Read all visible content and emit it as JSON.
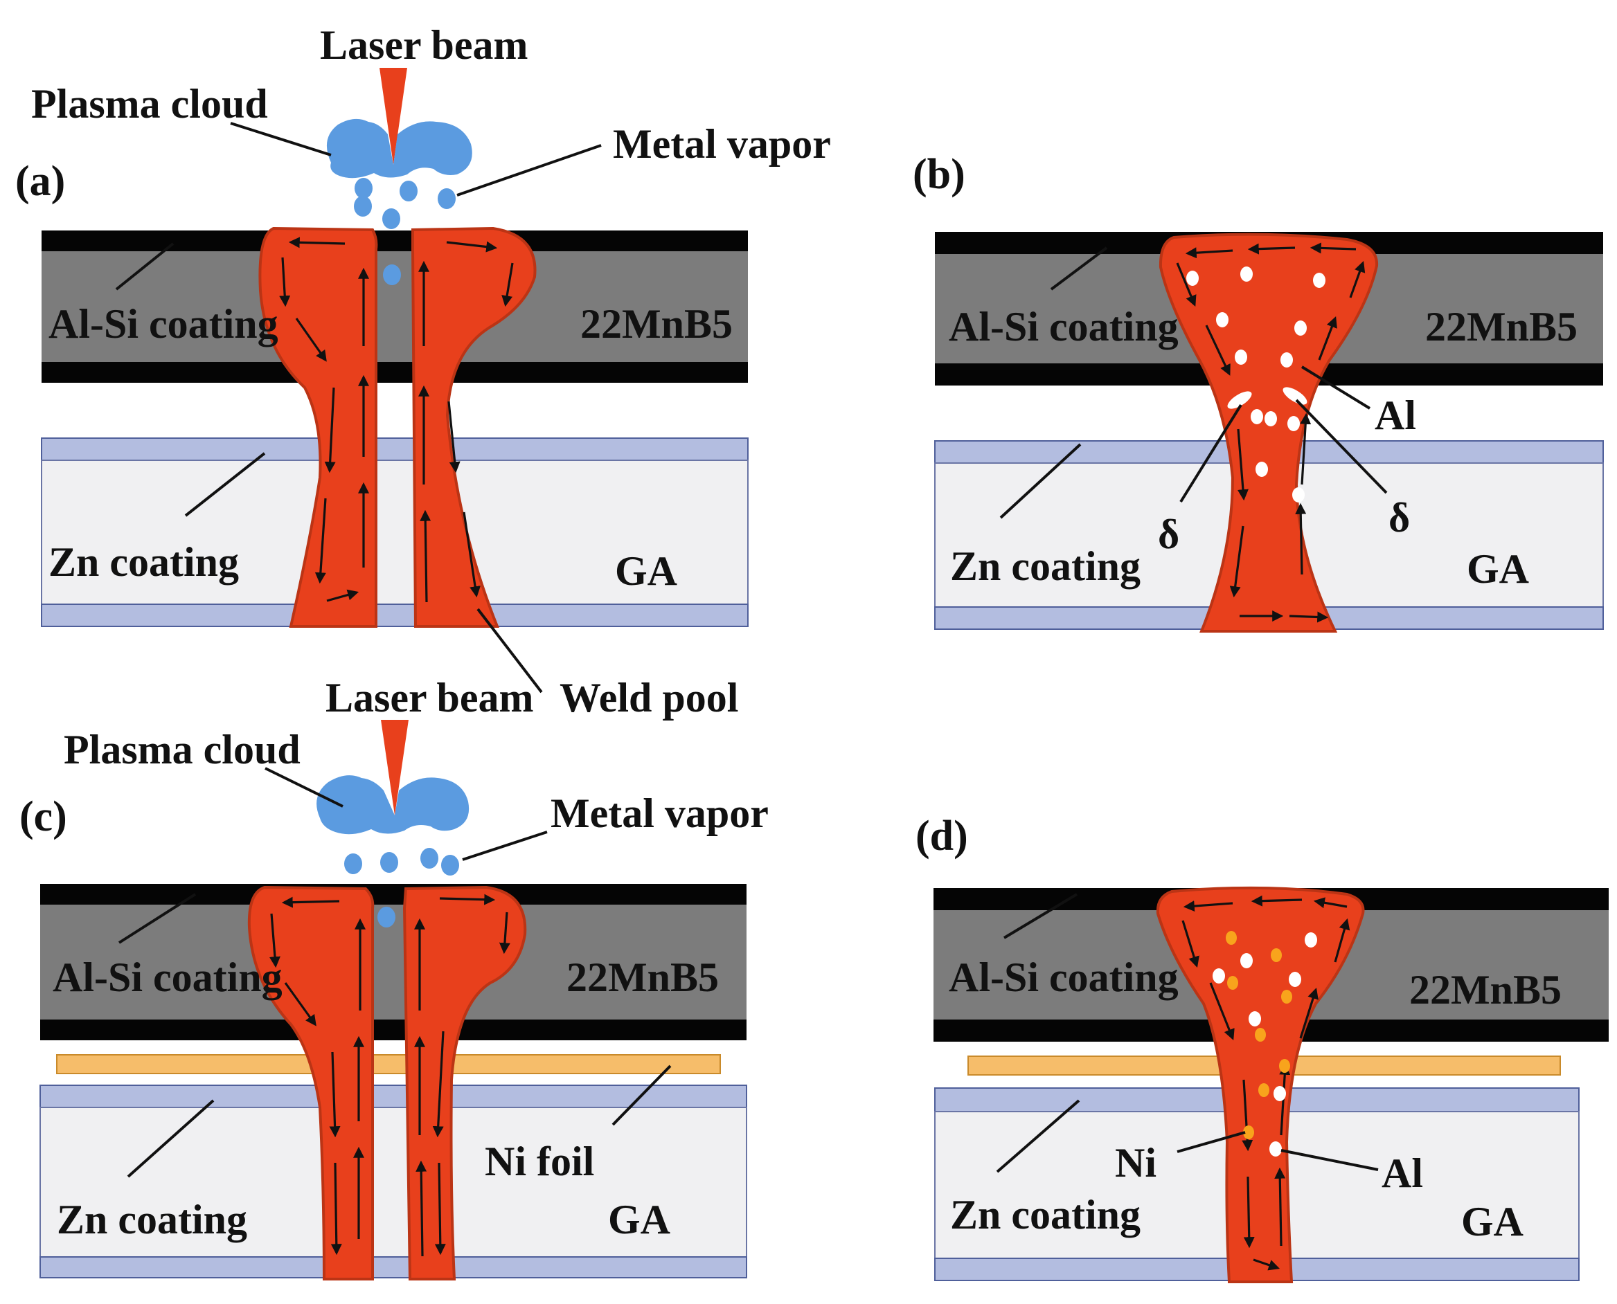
{
  "colors": {
    "steel_dark": "#7c7c7c",
    "coating_black": "#050505",
    "ga_fill": "#f0f0f2",
    "zn_coating": "#b3bde0",
    "zn_line": "#4f5f9a",
    "weld_pool": "#e8401c",
    "weld_edge": "#bb3415",
    "plasma": "#5b9be0",
    "ni_foil": "#f6bd6a",
    "al_particle": "#ffffff",
    "ni_particle": "#f8a41c"
  },
  "icons": {
    "flow": "flow-arrow-icon",
    "laser": "laser-beam-icon",
    "plasma": "plasma-cloud-icon",
    "vapor": "metal-vapor-droplet-icon"
  },
  "panels": {
    "a": {
      "label": "(a)",
      "laser_beam": "Laser beam",
      "plasma_cloud": "Plasma cloud",
      "metal_vapor": "Metal vapor",
      "al_si_coating": "Al-Si coating",
      "steel": "22MnB5",
      "zn_coating": "Zn coating",
      "ga": "GA",
      "weld_pool": "Weld pool"
    },
    "b": {
      "label": "(b)",
      "al_si_coating": "Al-Si coating",
      "steel": "22MnB5",
      "al": "Al",
      "delta_left": "δ",
      "delta_right": "δ",
      "zn_coating": "Zn coating",
      "ga": "GA"
    },
    "c": {
      "label": "(c)",
      "laser_beam": "Laser beam",
      "plasma_cloud": "Plasma cloud",
      "metal_vapor": "Metal vapor",
      "al_si_coating": "Al-Si coating",
      "steel": "22MnB5",
      "ni_foil": "Ni foil",
      "zn_coating": "Zn coating",
      "ga": "GA"
    },
    "d": {
      "label": "(d)",
      "al_si_coating": "Al-Si coating",
      "steel": "22MnB5",
      "ni": "Ni",
      "al": "Al",
      "zn_coating": "Zn coating",
      "ga": "GA"
    }
  }
}
